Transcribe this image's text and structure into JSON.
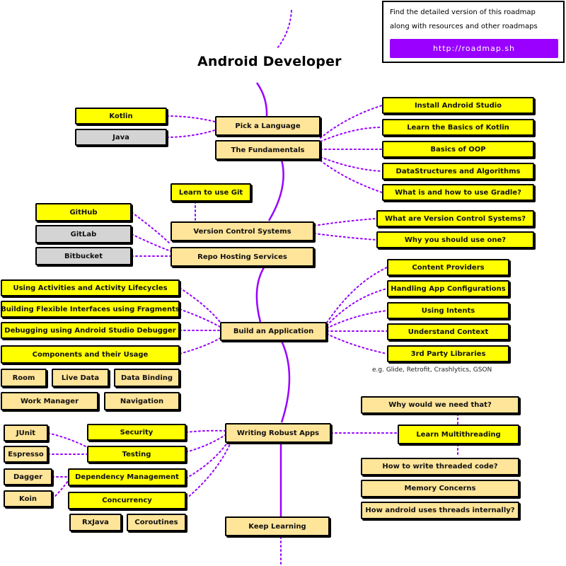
{
  "title": "Android Developer",
  "info": {
    "line1": "Find the detailed version of this roadmap",
    "line2": "along with resources and other roadmaps",
    "link": "http://roadmap.sh"
  },
  "colors": {
    "main_line": "#9900ff",
    "dotted": "#9900ff",
    "topic": "#ffe599",
    "subtopic": "#ffff00",
    "alternative": "#d4d4d4"
  },
  "nodes": {
    "pick_language": "Pick a Language",
    "fundamentals": "The Fundamentals",
    "kotlin": "Kotlin",
    "java": "Java",
    "install_studio": "Install Android Studio",
    "basics_kotlin": "Learn the Basics of Kotlin",
    "basics_oop": "Basics of OOP",
    "data_structures": "DataStructures and Algorithms",
    "gradle": "What is and how to use Gradle?",
    "learn_git": "Learn to use Git",
    "vcs": "Version Control Systems",
    "repo_hosting": "Repo Hosting Services",
    "github": "GitHub",
    "gitlab": "GitLab",
    "bitbucket": "Bitbucket",
    "what_vcs": "What are Version Control Systems?",
    "why_vcs": "Why you should use one?",
    "build_app": "Build an Application",
    "activities": "Using Activities and Activity Lifecycles",
    "fragments": "Building Flexible Interfaces using Fragments",
    "debugging": "Debugging using Android Studio Debugger",
    "components": "Components and their Usage",
    "room": "Room",
    "live_data": "Live Data",
    "data_binding": "Data Binding",
    "work_manager": "Work Manager",
    "navigation": "Navigation",
    "content_providers": "Content Providers",
    "app_config": "Handling App Configurations",
    "intents": "Using Intents",
    "context": "Understand Context",
    "third_party": "3rd Party Libraries",
    "third_party_note": "e.g. Glide, Retrofit, Crashlytics, GSON",
    "robust_apps": "Writing Robust Apps",
    "security": "Security",
    "testing": "Testing",
    "junit": "JUnit",
    "espresso": "Espresso",
    "di": "Dependency Management",
    "dagger": "Dagger",
    "koin": "Koin",
    "concurrency": "Concurrency",
    "rxjava": "RxJava",
    "coroutines": "Coroutines",
    "why_need": "Why would we need that?",
    "multithreading": "Learn Multithreading",
    "threaded_code": "How to write threaded code?",
    "memory": "Memory Concerns",
    "threads_internal": "How android uses threads internally?",
    "keep_learning": "Keep Learning"
  }
}
